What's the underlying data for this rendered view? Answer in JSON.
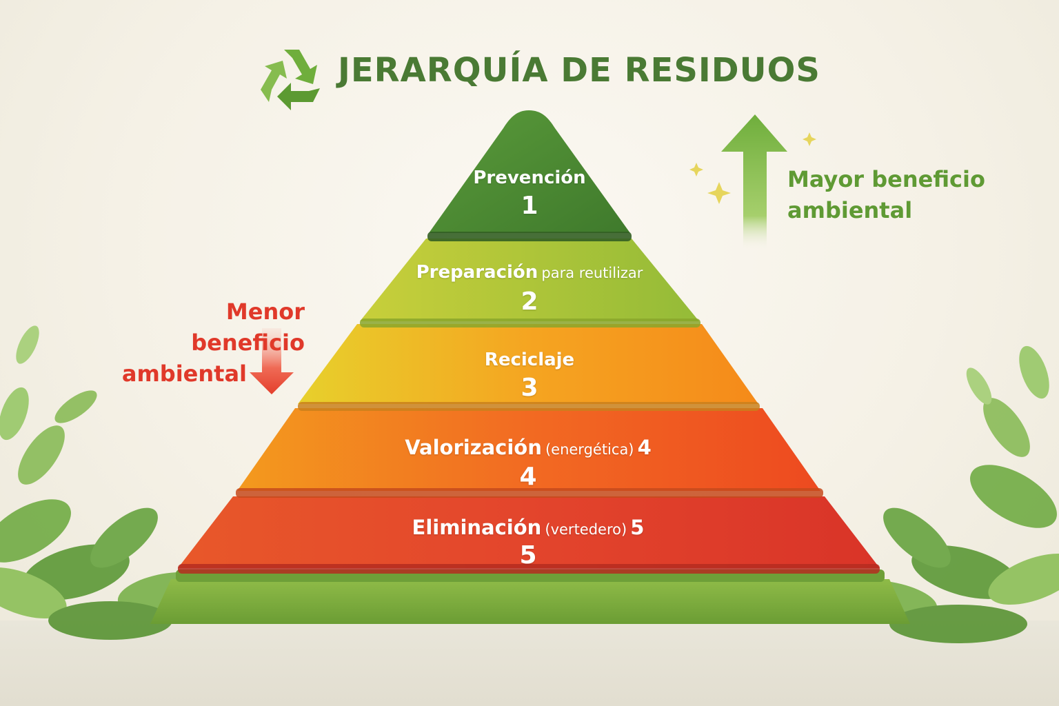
{
  "title": "JERARQUÍA DE RESIDUOS",
  "icons": {
    "logo": "recycle-icon",
    "up_arrow": "arrow-up-icon",
    "down_arrow": "arrow-down-icon",
    "sparkles": "sparkle-icon",
    "plants": "leaf-icon"
  },
  "colors": {
    "title": "#4a7a34",
    "level1": "#4c8a34",
    "level2": "#a6c23a",
    "level3": "#f2a21c",
    "level4": "#f0641f",
    "level5": "#e2432c",
    "base": "#7bab3b",
    "positive_label": "#5f9a34",
    "negative_label": "#e0392a"
  },
  "levels": [
    {
      "name": "Prevención",
      "sub": "",
      "suffix": "",
      "number": "1"
    },
    {
      "name": "Preparación",
      "sub": "para reutilizar",
      "suffix": "",
      "number": "2"
    },
    {
      "name": "Reciclaje",
      "sub": "",
      "suffix": "",
      "number": "3"
    },
    {
      "name": "Valorización",
      "sub": "(energética)",
      "suffix": "4",
      "number": "4"
    },
    {
      "name": "Eliminación",
      "sub": "(vertedero)",
      "suffix": "5",
      "number": "5"
    }
  ],
  "labels": {
    "top_line1": "Mayor beneficio",
    "top_line2": "ambiental",
    "bottom_line1": "Menor beneficio",
    "bottom_line2": "ambiental"
  }
}
